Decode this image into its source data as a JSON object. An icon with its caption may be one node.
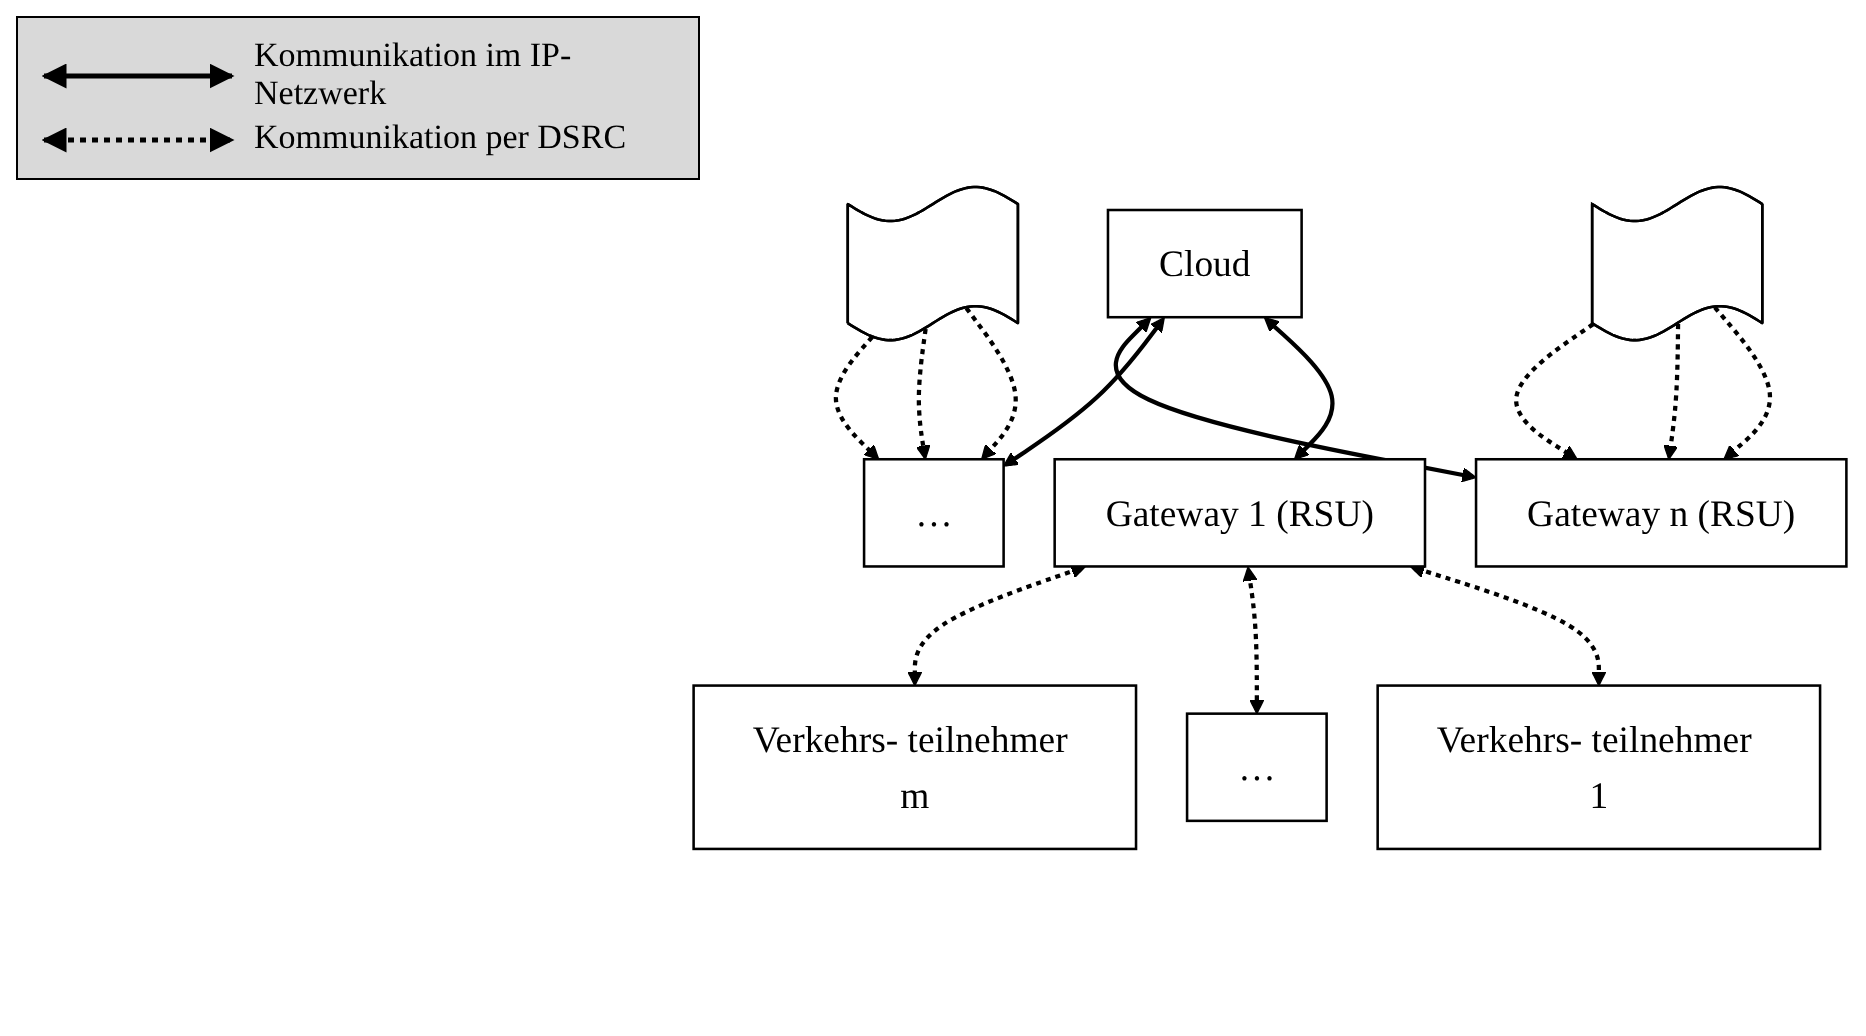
{
  "diagram": {
    "nodes": [
      {
        "text": [
          "Cloud"
        ]
      },
      {
        "text": [
          "Gateway 1 (RSU)"
        ]
      },
      {
        "text": [
          "…"
        ]
      },
      {
        "text": [
          "Gateway n (RSU)"
        ]
      },
      {
        "text": [],
        "shape": "wave"
      },
      {
        "text": [],
        "shape": "wave"
      },
      {
        "text": [
          "Verkehrs- teilnehmer 1"
        ]
      },
      {
        "text": [
          "…"
        ]
      },
      {
        "text": [
          "Verkehrs- teilnehmer m"
        ]
      }
    ],
    "edges": [
      {
        "from": 0,
        "to": 1,
        "arrow": "both"
      },
      {
        "from": 0,
        "to": 2,
        "arrow": "both"
      },
      {
        "from": 0,
        "to": 3,
        "arrow": "both"
      },
      {
        "from": 1,
        "to": 6,
        "arrow": "both",
        "style": "dashed"
      },
      {
        "from": 1,
        "to": 7,
        "arrow": "both",
        "style": "dashed"
      },
      {
        "from": 1,
        "to": 8,
        "arrow": "both",
        "style": "dashed"
      },
      {
        "from": 4,
        "to": 2,
        "arrow": "to",
        "style": "dashed"
      },
      {
        "from": 4,
        "to": 2,
        "arrow": "to",
        "style": "dashed"
      },
      {
        "from": 4,
        "to": 2,
        "arrow": "to",
        "style": "dashed"
      },
      {
        "from": 5,
        "to": 3,
        "arrow": "to",
        "style": "dashed"
      },
      {
        "from": 5,
        "to": 3,
        "arrow": "to",
        "style": "dashed"
      },
      {
        "from": 5,
        "to": 3,
        "arrow": "to",
        "style": "dashed"
      }
    ],
    "legend": [
      {
        "text": "Kommunikation im IP-Netzwerk"
      },
      {
        "text": "Kommunikation per DSRC"
      }
    ]
  }
}
